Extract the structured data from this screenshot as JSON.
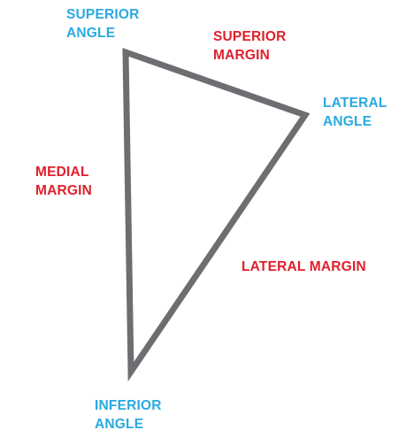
{
  "labels": {
    "superior_angle": [
      "SUPERIOR",
      "ANGLE"
    ],
    "superior_margin": [
      "SUPERIOR",
      "MARGIN"
    ],
    "lateral_angle": [
      "LATERAL",
      "ANGLE"
    ],
    "medial_margin": [
      "MEDIAL",
      "MARGIN"
    ],
    "lateral_margin": [
      "LATERAL MARGIN"
    ],
    "inferior_angle": [
      "INFERIOR",
      "ANGLE"
    ]
  },
  "colors": {
    "angle_label": "#2aa9e0",
    "margin_label": "#e0202b",
    "triangle_stroke": "#6d6e71"
  }
}
